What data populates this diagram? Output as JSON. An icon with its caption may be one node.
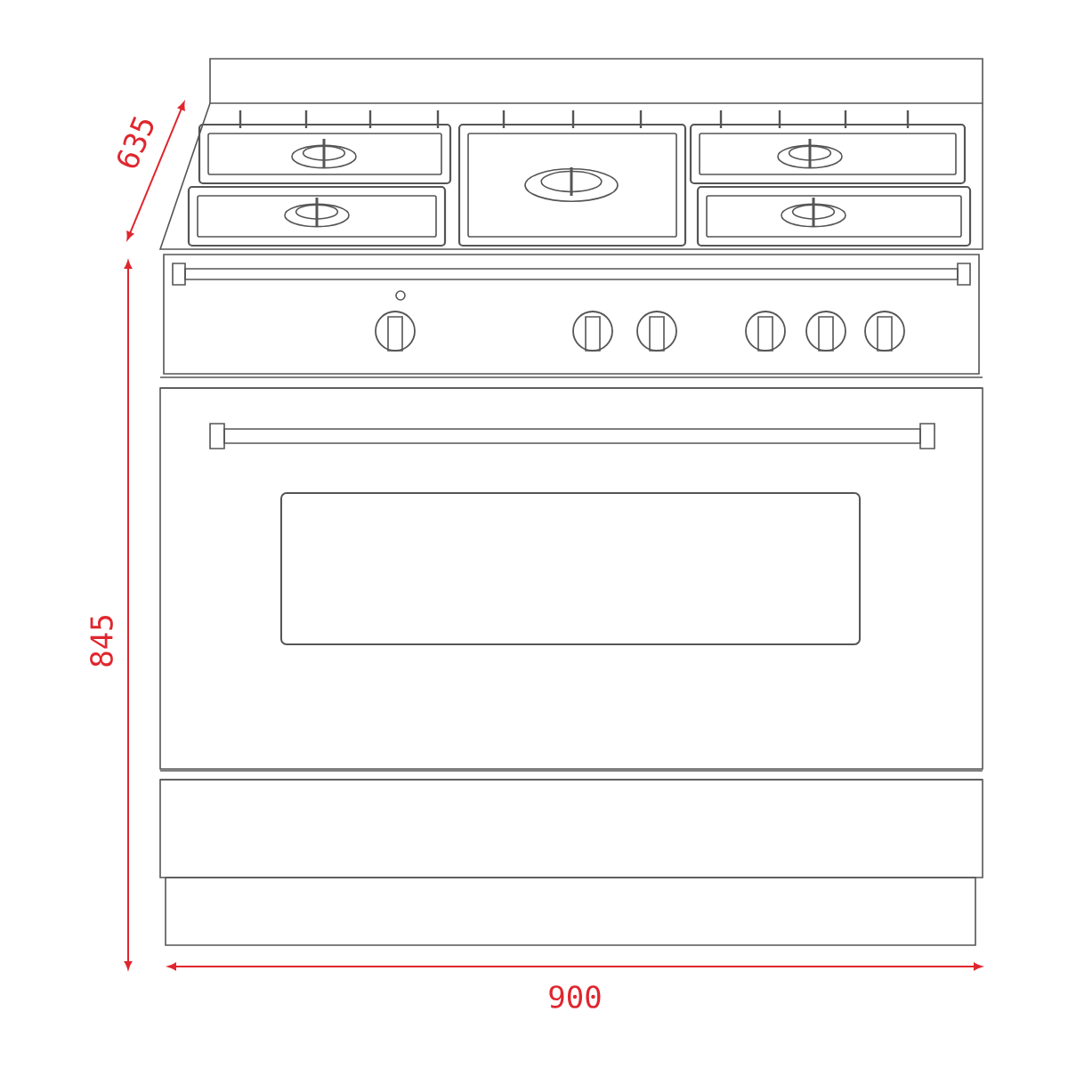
{
  "diagram": {
    "labels": [
      "635",
      "845",
      "900"
    ]
  }
}
